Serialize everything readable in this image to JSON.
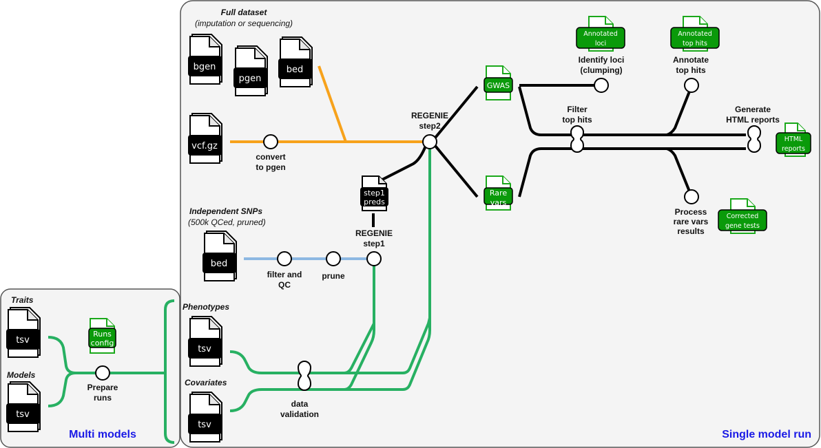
{
  "colors": {
    "orange_line": "#f7a21b",
    "green_line": "#27b062",
    "blue_line": "#8db8e2",
    "black_line": "#000000",
    "output_file_fill": "#0a9a0a",
    "output_file_border": "#1aa81a",
    "box_title": "#1a1ae6",
    "panel_bg": "#f4f4f4",
    "panel_border": "#555555"
  },
  "panels": {
    "multi_models": {
      "title": "Multi models"
    },
    "single_model_run": {
      "title": "Single model run"
    }
  },
  "groups": {
    "full_dataset": {
      "title": "Full dataset",
      "subtitle": "(imputation or sequencing)"
    },
    "independent_snps": {
      "title": "Independent SNPs",
      "subtitle": "(500k QCed, pruned)"
    },
    "traits": {
      "title": "Traits"
    },
    "models": {
      "title": "Models"
    },
    "phenotypes": {
      "title": "Phenotypes"
    },
    "covariates": {
      "title": "Covariates"
    }
  },
  "input_files": {
    "bgen": "bgen",
    "pgen": "pgen",
    "bed_full": "bed",
    "vcf": "vcf.gz",
    "bed_snps": "bed",
    "traits_tsv": "tsv",
    "models_tsv": "tsv",
    "pheno_tsv": "tsv",
    "covar_tsv": "tsv",
    "step1_preds": [
      "step1",
      "preds"
    ]
  },
  "output_files": {
    "runs_config": [
      "Runs",
      "config"
    ],
    "gwas": [
      "GWAS"
    ],
    "rare_vars": [
      "Rare",
      "vars"
    ],
    "annotated_loci": [
      "Annotated",
      "loci"
    ],
    "annotated_top_hits": [
      "Annotated",
      "top hits"
    ],
    "html_reports": [
      "HTML",
      "reports"
    ],
    "corrected_gene_tests": [
      "Corrected",
      "gene tests"
    ]
  },
  "steps": {
    "convert_to_pgen": [
      "convert",
      "to pgen"
    ],
    "regenie_step2": [
      "REGENIE",
      "step2"
    ],
    "regenie_step1": [
      "REGENIE",
      "step1"
    ],
    "filter_qc": [
      "filter and",
      "QC"
    ],
    "prune": [
      "prune"
    ],
    "prepare_runs": [
      "Prepare",
      "runs"
    ],
    "data_validation": [
      "data",
      "validation"
    ],
    "identify_loci": [
      "Identify loci",
      "(clumping)"
    ],
    "annotate_top_hits": [
      "Annotate",
      "top hits"
    ],
    "filter_top_hits": [
      "Filter",
      "top hits"
    ],
    "generate_reports": [
      "Generate",
      "HTML reports"
    ],
    "process_rare_vars": [
      "Process",
      "rare vars",
      "results"
    ]
  }
}
